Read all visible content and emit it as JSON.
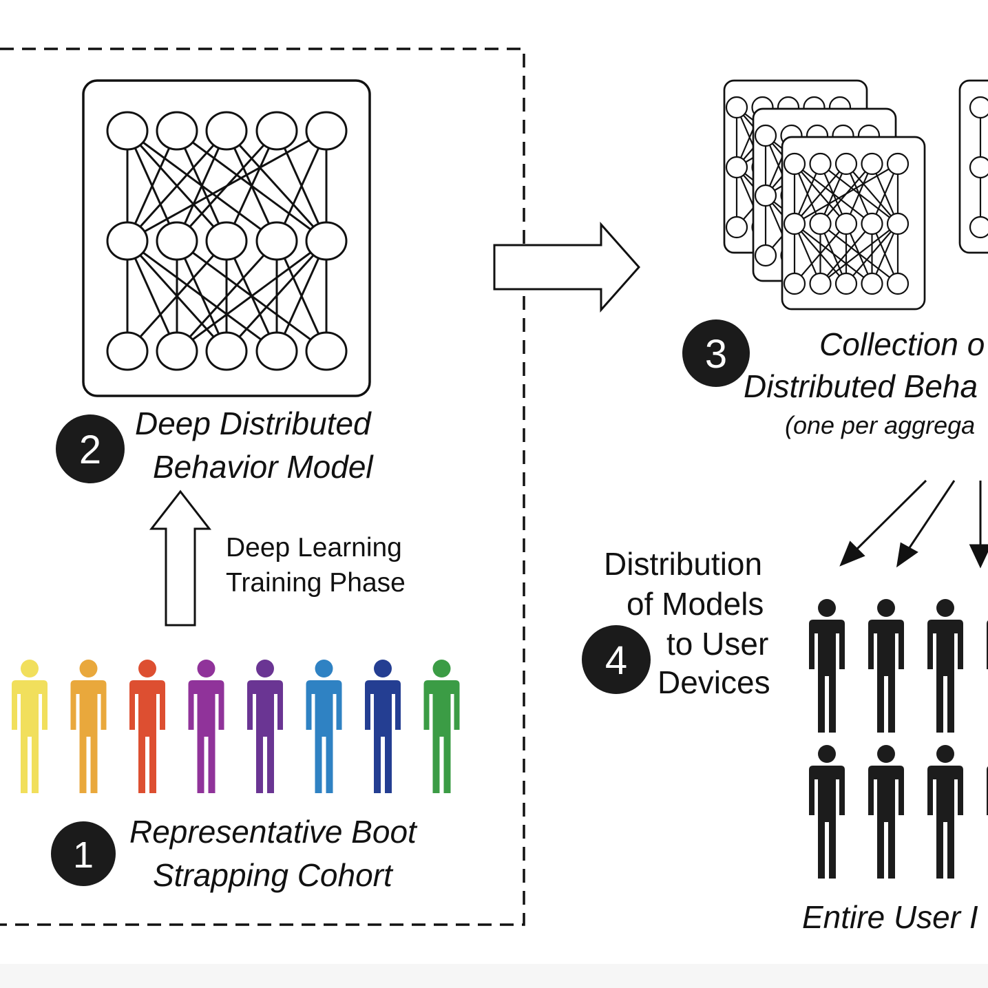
{
  "steps": {
    "cohort": {
      "number": "1",
      "line1": "Representative Boot",
      "line2": "Strapping Cohort"
    },
    "model": {
      "number": "2",
      "line1": "Deep Distributed",
      "line2": "Behavior Model"
    },
    "collection": {
      "number": "3",
      "line1": "Collection o",
      "line2": "Distributed Beha",
      "line3": "(one per aggrega"
    },
    "distribution": {
      "number": "4",
      "line1": "Distribution",
      "line2": "of Models",
      "line3": "to User",
      "line4": "Devices"
    }
  },
  "training_label": {
    "line1": "Deep Learning",
    "line2": "Training Phase"
  },
  "user_base_label": "Entire User I",
  "cohort_colors": [
    "#f1df5c",
    "#e9a83c",
    "#dd4f31",
    "#90339a",
    "#6a3593",
    "#2f82c3",
    "#243e92",
    "#3b9c45"
  ],
  "user_color": "#1c1c1c"
}
